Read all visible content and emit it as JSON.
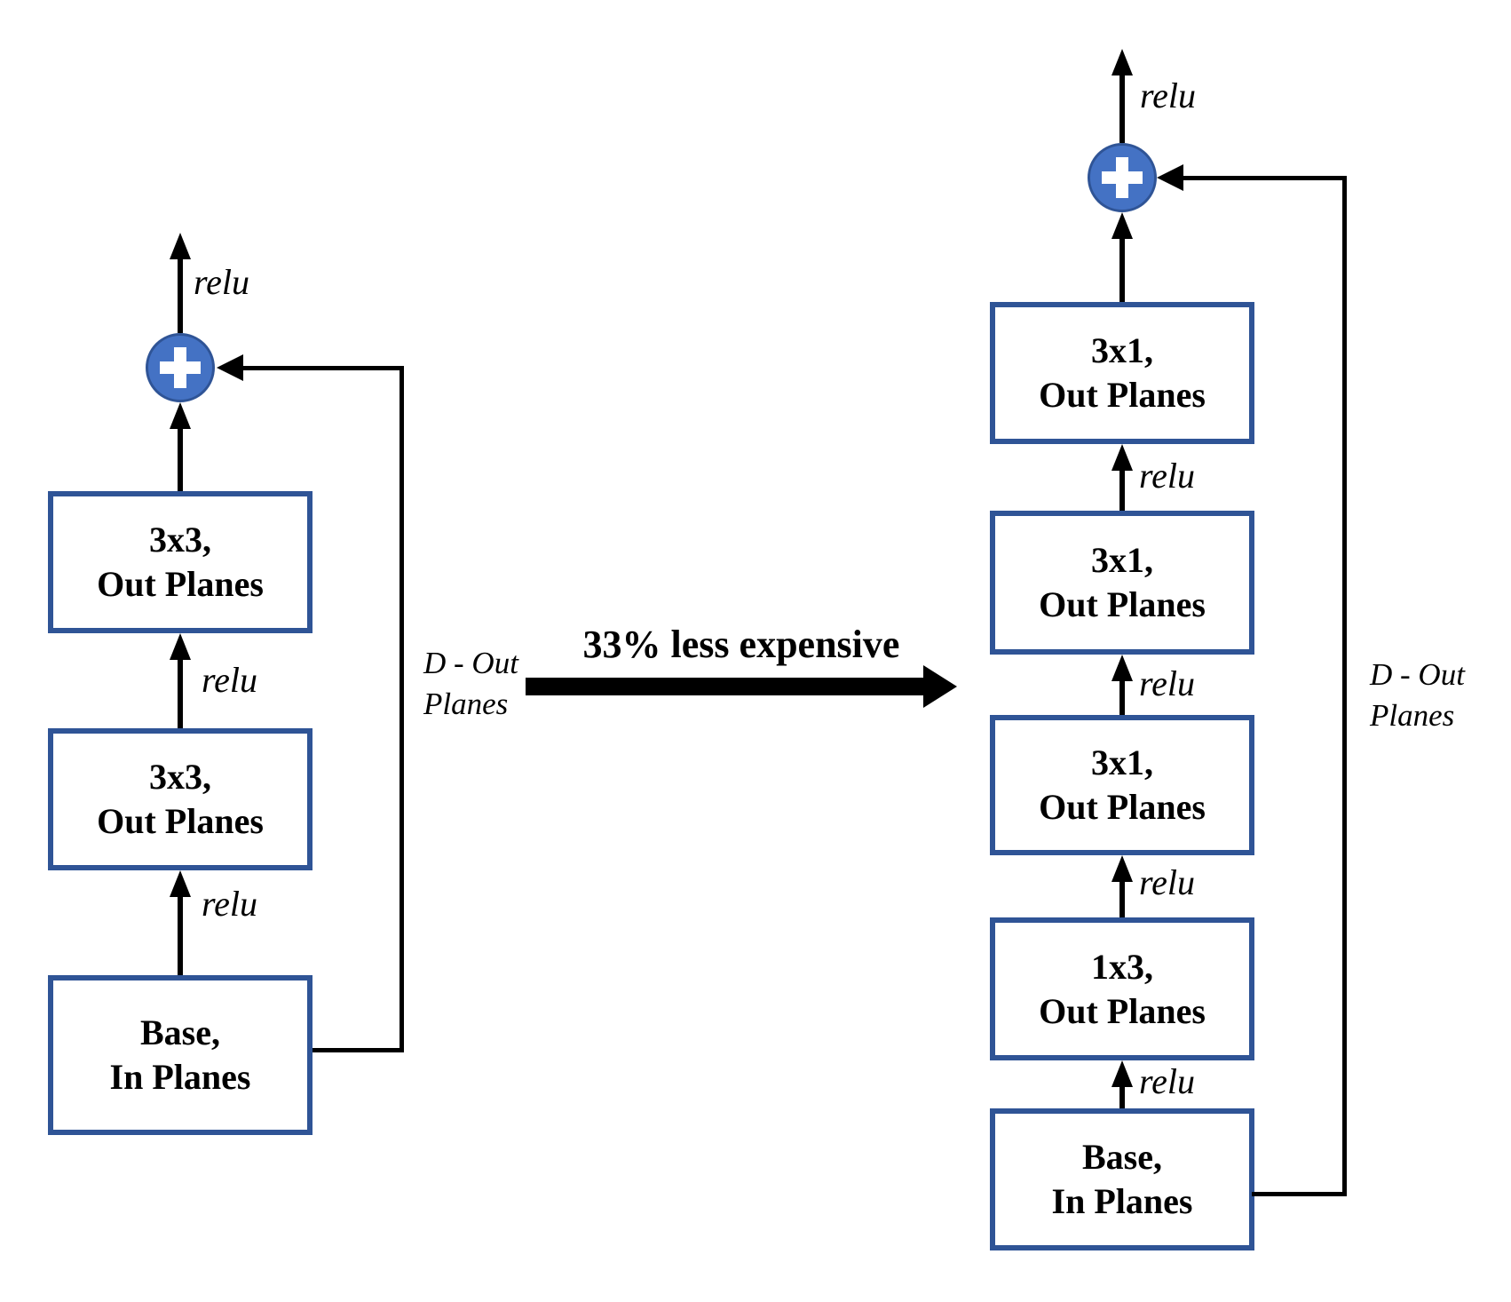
{
  "figure": {
    "background_color": "#FFFFFF",
    "colors": {
      "box_border": "#2F5496",
      "box_fill": "#FFFFFF",
      "box_text": "#000000",
      "line": "#000000",
      "plus_circle_fill": "#4472C4",
      "plus_circle_border": "#2F5496",
      "plus_glyph": "#FFFFFF"
    },
    "icons": {
      "merge": "plus-icon",
      "activation": "arrow-up-icon",
      "transform": "arrow-right-icon"
    },
    "left_block": {
      "layers": [
        {
          "kernel": "Base,",
          "planes": "In Planes"
        },
        {
          "kernel": "3x3,",
          "planes": "Out Planes"
        },
        {
          "kernel": "3x3,",
          "planes": "Out Planes"
        }
      ],
      "activations": [
        "relu",
        "relu",
        "relu"
      ],
      "skip_label_line1": "D - Out",
      "skip_label_line2": "Planes"
    },
    "transition": {
      "label": "33% less expensive"
    },
    "right_block": {
      "layers": [
        {
          "kernel": "Base,",
          "planes": "In Planes"
        },
        {
          "kernel": "1x3,",
          "planes": "Out Planes"
        },
        {
          "kernel": "3x1,",
          "planes": "Out Planes"
        },
        {
          "kernel": "3x1,",
          "planes": "Out Planes"
        },
        {
          "kernel": "3x1,",
          "planes": "Out Planes"
        }
      ],
      "activations": [
        "relu",
        "relu",
        "relu",
        "relu",
        "relu"
      ],
      "skip_label_line1": "D - Out",
      "skip_label_line2": "Planes"
    }
  }
}
